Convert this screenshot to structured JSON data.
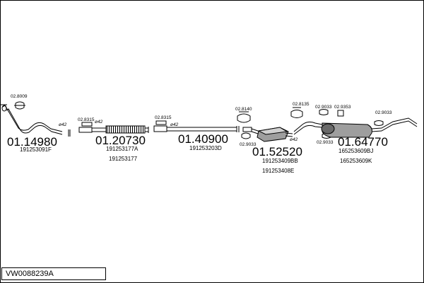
{
  "diagram_code": "VW0088239A",
  "section_1": {
    "number": "01.14980",
    "part_number": "191253091F",
    "clamp_code": "02.8009",
    "diameter": "ø42"
  },
  "section_2": {
    "number": "01.20730",
    "part_numbers": [
      "191253177A",
      "191253177"
    ],
    "clamp_code": "02.8315",
    "diameter": "ø42"
  },
  "section_3": {
    "number": "01.40900",
    "part_number": "191253203D",
    "clamp_code": "02.8315",
    "diameter": "ø42"
  },
  "section_4": {
    "number": "01.52520",
    "part_numbers": [
      "191253409BB",
      "191253408E"
    ],
    "codes": [
      "02.8140",
      "02.9033"
    ],
    "diameter": "ø42"
  },
  "section_5": {
    "number": "01.64770",
    "part_numbers": [
      "165253609BJ",
      "165253609K"
    ],
    "codes": [
      "02.8135",
      "02.9033",
      "02.9353",
      "02.9033",
      "02.9033"
    ]
  }
}
